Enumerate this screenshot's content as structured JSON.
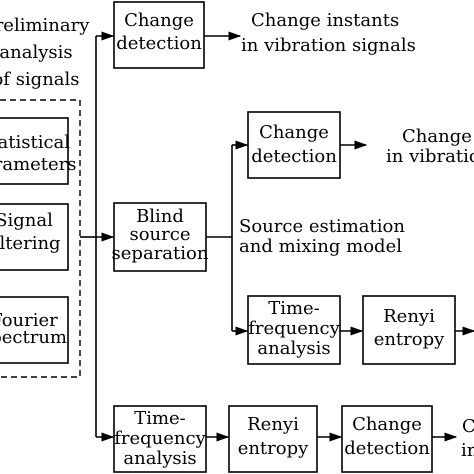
{
  "preliminary": {
    "title": [
      "Preliminary",
      "analysis",
      "of signals"
    ],
    "statistical": [
      "Statistical",
      "parameters"
    ],
    "filtering": [
      "Signal",
      "filtering"
    ],
    "fourier": [
      "Fourier",
      "spectrum"
    ]
  },
  "top_branch": {
    "change_detection": [
      "Change",
      "detection"
    ],
    "output": [
      "Change instants",
      "in vibration signals"
    ]
  },
  "bss": {
    "label": [
      "Blind",
      "source",
      "separation"
    ],
    "output": [
      "Source estimation",
      "and mixing model"
    ]
  },
  "bss_upper": {
    "change_detection": [
      "Change",
      "detection"
    ],
    "output": [
      "Change",
      "in vibration"
    ]
  },
  "bss_lower": {
    "tf_analysis": [
      "Time-",
      "frequency",
      "analysis"
    ],
    "renyi": [
      "Renyi",
      "entropy"
    ]
  },
  "bottom_branch": {
    "tf_analysis": [
      "Time-",
      "frequency",
      "analysis"
    ],
    "renyi": [
      "Renyi",
      "entropy"
    ],
    "change_detection": [
      "Change",
      "detection"
    ],
    "output": [
      "C",
      "in"
    ]
  }
}
